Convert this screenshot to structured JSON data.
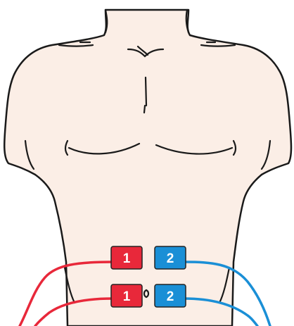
{
  "colors": {
    "skin": "#fbeee6",
    "outline": "#1a1a1a",
    "electrode_1": "#e8283a",
    "electrode_2": "#1a8fd6",
    "wire_1": "#e8283a",
    "wire_2": "#1a8fd6"
  },
  "electrodes": [
    {
      "id": "upper-left",
      "label": "1"
    },
    {
      "id": "upper-right",
      "label": "2"
    },
    {
      "id": "lower-left",
      "label": "1"
    },
    {
      "id": "lower-right",
      "label": "2"
    }
  ]
}
